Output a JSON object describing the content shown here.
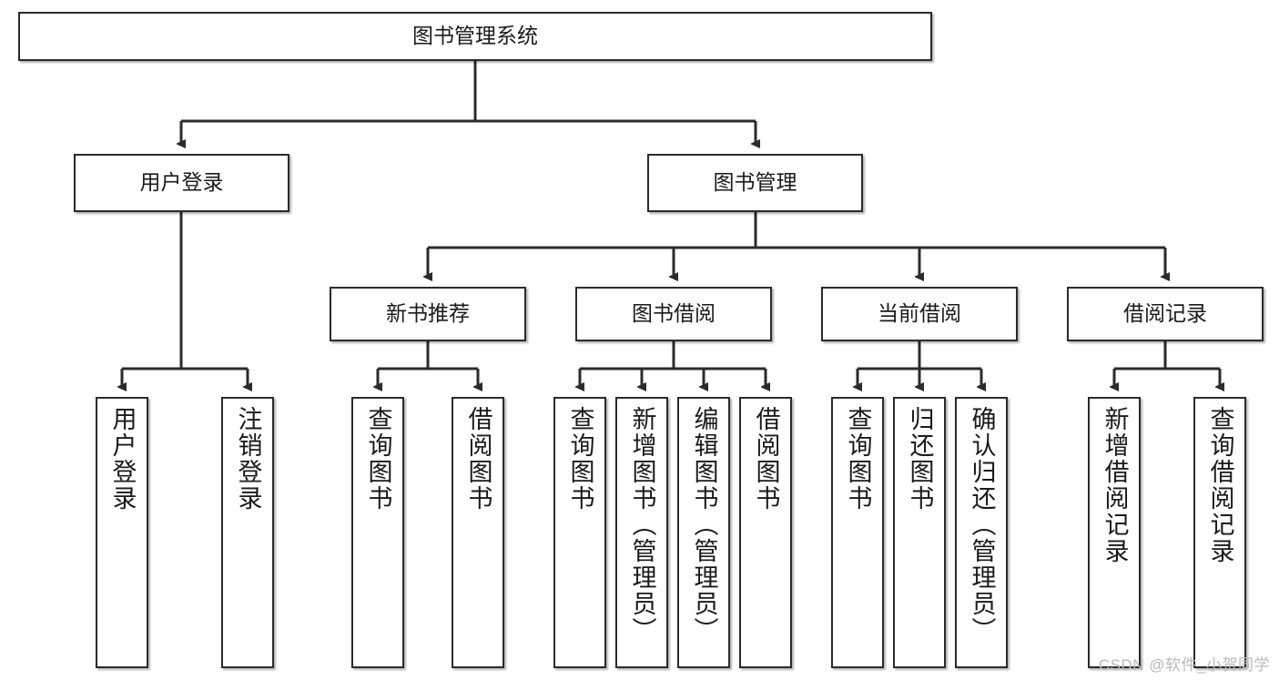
{
  "diagram": {
    "type": "tree",
    "title": "图书管理系统",
    "watermark": "CSDN @软件_小贺同学",
    "colors": {
      "box_border": "#2b2b2b",
      "box_fill": "#ffffff",
      "edge": "#2b2b2b",
      "text": "#1a1a1a",
      "watermark": "#b9b9b9"
    },
    "root": {
      "label": "图书管理系统"
    },
    "level2": [
      {
        "label": "用户登录"
      },
      {
        "label": "图书管理"
      }
    ],
    "level3": [
      {
        "label": "新书推荐"
      },
      {
        "label": "图书借阅"
      },
      {
        "label": "当前借阅"
      },
      {
        "label": "借阅记录"
      }
    ],
    "leaves": {
      "user_login": [
        {
          "label": "用户登录"
        },
        {
          "label": "注销登录"
        }
      ],
      "new_book_recommend": [
        {
          "label": "查询图书"
        },
        {
          "label": "借阅图书"
        }
      ],
      "book_borrow": [
        {
          "label": "查询图书"
        },
        {
          "label": "新增图书（管理员）"
        },
        {
          "label": "编辑图书（管理员）"
        },
        {
          "label": "借阅图书"
        }
      ],
      "current_borrow": [
        {
          "label": "查询图书"
        },
        {
          "label": "归还图书"
        },
        {
          "label": "确认归还（管理员）"
        }
      ],
      "borrow_record": [
        {
          "label": "新增借阅记录"
        },
        {
          "label": "查询借阅记录"
        }
      ]
    }
  }
}
